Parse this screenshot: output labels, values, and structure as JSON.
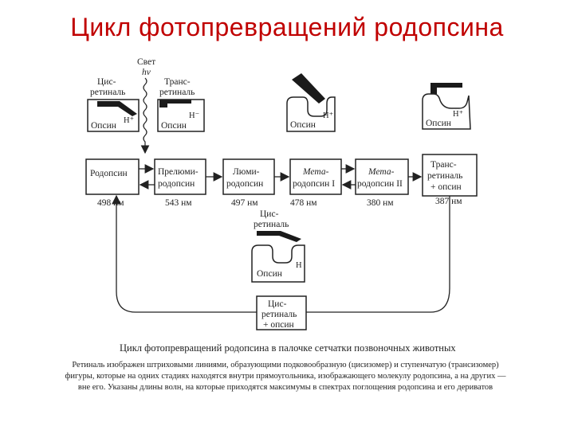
{
  "title": "Цикл фотопревращений родопсина",
  "light_label": {
    "line1": "Свет",
    "line2": "hν"
  },
  "top_models": [
    {
      "name": "cis",
      "label_line1": "Цис-",
      "label_line2": "ретиналь",
      "ion": "H⁺",
      "protein": "Опсин"
    },
    {
      "name": "trans",
      "label_line1": "Транс-",
      "label_line2": "ретиналь",
      "ion": "H⁻",
      "protein": "Опсин"
    },
    {
      "name": "meta1",
      "ion": "H⁺",
      "protein": "Опсин"
    },
    {
      "name": "meta2",
      "ion": "H⁺",
      "protein": "Опсин"
    }
  ],
  "states": [
    {
      "line1": "Родопсин",
      "line2": "",
      "wavelength": "498 нм"
    },
    {
      "line1": "Прелюми-",
      "line2": "родопсин",
      "wavelength": "543 нм"
    },
    {
      "line1": "Люми-",
      "line2": "родопсин",
      "wavelength": "497 нм"
    },
    {
      "line1": "Мета-",
      "line2": "родопсин I",
      "wavelength": "478 нм"
    },
    {
      "line1": "Мета-",
      "line2": "родопсин II",
      "wavelength": "380 нм"
    },
    {
      "line1": "Транс-",
      "line2": "ретиналь",
      "line3": "+ опсин",
      "wavelength": "387 нм"
    }
  ],
  "middle_model": {
    "label_line1": "Цис-",
    "label_line2": "ретиналь",
    "ion": "H",
    "protein": "Опсин"
  },
  "bottom_box": {
    "line1": "Цис-",
    "line2": "ретиналь",
    "line3": "+ опсин"
  },
  "caption": {
    "title": "Цикл фотопревращений родопсина в палочке сетчатки позвоночных животных",
    "body": "Ретиналь изображен штриховыми линиями, образующими подковообразную (цисизомер) и ступенчатую (трансизомер) фигуры, которые на одних стадиях находятся внутри прямоугольника, изображающего молекулу родопсина, а на других — вне его. Указаны длины волн, на которые приходятся максимумы в спектрах поглощения родопсина и его дериватов"
  }
}
